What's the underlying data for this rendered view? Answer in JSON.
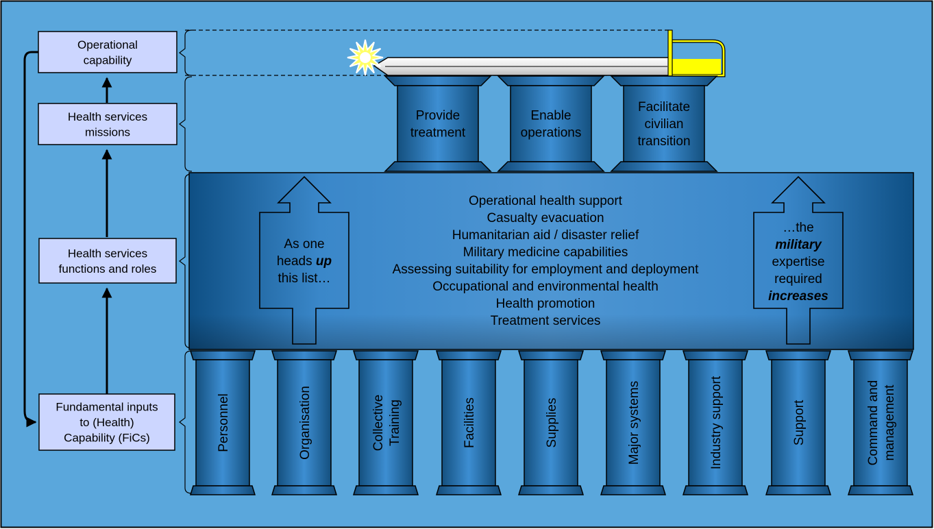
{
  "colors": {
    "background": "#5aa7dc",
    "label_box": "#ccd6ff",
    "column": "#2e7bbf",
    "band": "#3c86c8",
    "guard": "#ffff00"
  },
  "hierarchy": [
    {
      "id": "operational",
      "lines": [
        "Operational",
        "capability"
      ]
    },
    {
      "id": "missions",
      "lines": [
        "Health services",
        "missions"
      ]
    },
    {
      "id": "functions",
      "lines": [
        "Health services",
        "functions and roles"
      ]
    },
    {
      "id": "fics",
      "lines": [
        "Fundamental inputs",
        "to (Health)",
        "Capability (FiCs)"
      ]
    }
  ],
  "missions": [
    {
      "lines": [
        "Provide",
        "treatment"
      ]
    },
    {
      "lines": [
        "Enable",
        "operations"
      ]
    },
    {
      "lines": [
        "Facilitate",
        "civilian",
        "transition"
      ]
    }
  ],
  "functions_list": [
    "Operational health support",
    "Casualty evacuation",
    "Humanitarian aid / disaster relief",
    "Military medicine capabilities",
    "Assessing suitability for employment and deployment",
    "Occupational and environmental health",
    "Health promotion",
    "Treatment services"
  ],
  "left_arrow": {
    "line1": "As one",
    "line2_pre": "heads ",
    "line2_em": "up",
    "line3": "this list…"
  },
  "right_arrow": {
    "line1": "…the",
    "line2_em": "military",
    "line3": "expertise",
    "line4": "required",
    "line5_em": "increases"
  },
  "fics": [
    {
      "lines": [
        "Personnel"
      ]
    },
    {
      "lines": [
        "Organisation"
      ]
    },
    {
      "lines": [
        "Collective",
        "Training"
      ]
    },
    {
      "lines": [
        "Facilities"
      ]
    },
    {
      "lines": [
        "Supplies"
      ]
    },
    {
      "lines": [
        "Major systems"
      ]
    },
    {
      "lines": [
        "Industry support"
      ]
    },
    {
      "lines": [
        "Support"
      ]
    },
    {
      "lines": [
        "Command and",
        "management"
      ]
    }
  ]
}
